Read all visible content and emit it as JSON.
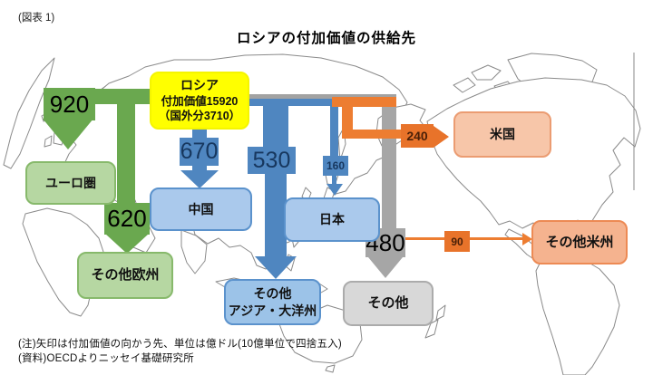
{
  "page": {
    "figure_label": "(図表 1)",
    "title": "ロシアの付加価値の供給先"
  },
  "russia_box": {
    "name": "ロシア",
    "total": "付加価値15920",
    "foreign": "（国外分3710）"
  },
  "nodes": {
    "euro_area": "ユーロ圏",
    "other_europe": "その他欧州",
    "china": "中国",
    "japan": "日本",
    "other_asia_l1": "その他",
    "other_asia_l2": "アジア・大洋州",
    "other": "その他",
    "usa": "米国",
    "other_americas": "その他米州"
  },
  "values": {
    "euro_area": "920",
    "other_europe": "620",
    "china": "670",
    "other_asia": "530",
    "japan": "160",
    "usa": "240",
    "other": "480",
    "other_americas": "90"
  },
  "flow_data": [
    {
      "from": "ロシア",
      "to": "ユーロ圏",
      "value": 920,
      "color": "green"
    },
    {
      "from": "ロシア",
      "to": "その他欧州",
      "value": 620,
      "color": "green"
    },
    {
      "from": "ロシア",
      "to": "中国",
      "value": 670,
      "color": "blue"
    },
    {
      "from": "ロシア",
      "to": "その他アジア・大洋州",
      "value": 530,
      "color": "blue"
    },
    {
      "from": "ロシア",
      "to": "日本",
      "value": 160,
      "color": "blue"
    },
    {
      "from": "ロシア",
      "to": "米国",
      "value": 240,
      "color": "orange"
    },
    {
      "from": "ロシア",
      "to": "その他",
      "value": 480,
      "color": "gray"
    },
    {
      "from": "ロシア",
      "to": "その他米州",
      "value": 90,
      "color": "orange"
    }
  ],
  "notes": {
    "line1": "(注)矢印は付加価値の向かう先、単位は億ドル(10億単位で四捨五入)",
    "line2": "(資料)OECDよりニッセイ基礎研究所"
  },
  "colors": {
    "arrow_green": "#6aa84f",
    "arrow_blue": "#4f86c0",
    "arrow_orange": "#ed7d31",
    "arrow_gray": "#a6a6a6",
    "box_green_light": "#b6d7a2",
    "box_blue_light": "#aac9ec",
    "box_salmon": "#f7c6a9",
    "box_gray_light": "#d8d8d8",
    "russia_yellow": "#ffff00"
  }
}
